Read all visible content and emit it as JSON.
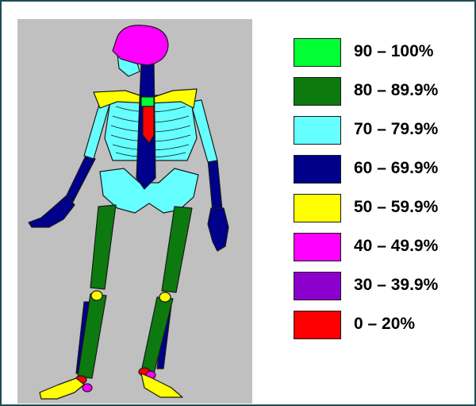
{
  "colors": {
    "background_panel": "#c0c0c0",
    "frame_border": "#1e4d52",
    "outline": "#1a1a1a"
  },
  "legend": {
    "items": [
      {
        "label": "90 – 100%",
        "color": "#00ff33"
      },
      {
        "label": "80 – 89.9%",
        "color": "#0d7a10"
      },
      {
        "label": "70 – 79.9%",
        "color": "#66ffff"
      },
      {
        "label": "60 – 69.9%",
        "color": "#00008b"
      },
      {
        "label": "50 – 59.9%",
        "color": "#ffff00"
      },
      {
        "label": "40 – 49.9%",
        "color": "#ff00ff"
      },
      {
        "label": "30 – 39.9%",
        "color": "#8b00cc"
      },
      {
        "label": "0 – 20%",
        "color": "#ff0000"
      }
    ]
  },
  "skeleton_regions": [
    {
      "region": "skull",
      "color_range": "40 – 49.9%"
    },
    {
      "region": "mandible",
      "color_range": "70 – 79.9%"
    },
    {
      "region": "spine",
      "color_range": "60 – 69.9%"
    },
    {
      "region": "clavicles-scapulae",
      "color_range": "50 – 59.9%"
    },
    {
      "region": "manubrium",
      "color_range": "90 – 100%"
    },
    {
      "region": "sternum",
      "color_range": "0 – 20%"
    },
    {
      "region": "ribs",
      "color_range": "70 – 79.9%"
    },
    {
      "region": "humerus",
      "color_range": "70 – 79.9%"
    },
    {
      "region": "forearm-hand",
      "color_range": "60 – 69.9%"
    },
    {
      "region": "pelvis",
      "color_range": "70 – 79.9%"
    },
    {
      "region": "femur",
      "color_range": "80 – 89.9%"
    },
    {
      "region": "patella",
      "color_range": "50 – 59.9%"
    },
    {
      "region": "tibia",
      "color_range": "80 – 89.9%"
    },
    {
      "region": "fibula",
      "color_range": "60 – 69.9%"
    },
    {
      "region": "ankle",
      "color_range": "0 – 20%"
    },
    {
      "region": "calcaneus",
      "color_range": "40 – 49.9%"
    },
    {
      "region": "foot",
      "color_range": "50 – 59.9%"
    }
  ]
}
